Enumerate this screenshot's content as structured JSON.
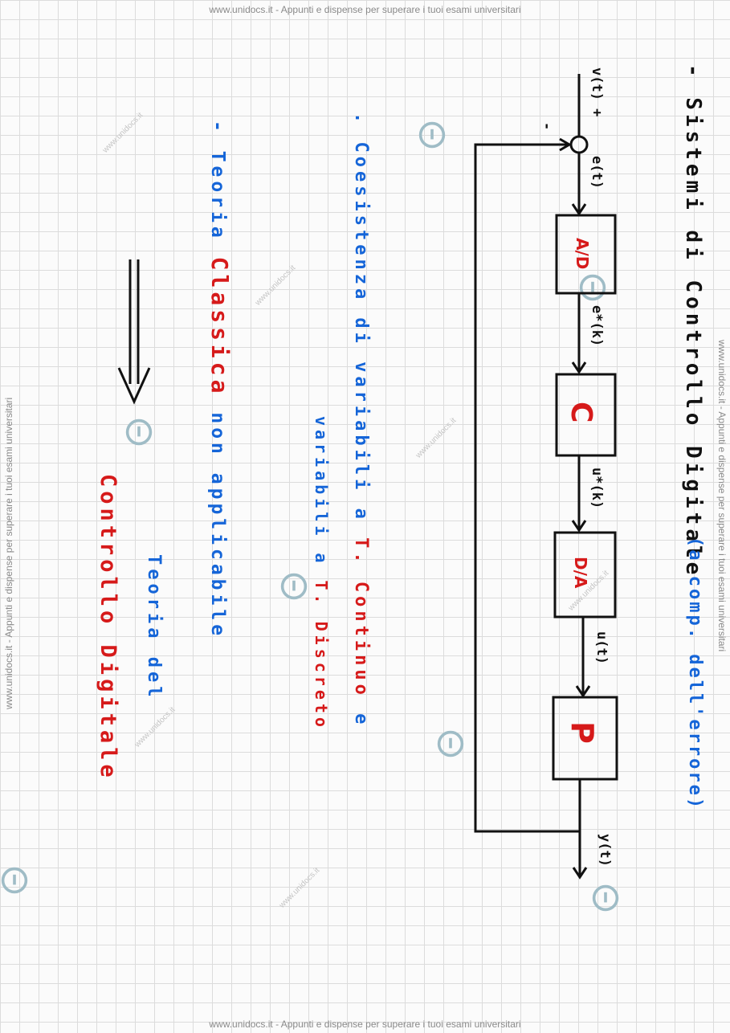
{
  "watermark": {
    "text": "www.unidocs.it - Appunti e dispense per superare i tuoi esami universitari",
    "short": "www.unidocs.it"
  },
  "title": {
    "main": "- Sistemi di Controllo Digitale",
    "sub": "(a comp. dell'errore)"
  },
  "diagram": {
    "input_signal": "v(t) +",
    "minus_sign": "-",
    "error_signal": "e(t)",
    "blocks": [
      {
        "id": "ad",
        "label": "A/D"
      },
      {
        "id": "c",
        "label": "C"
      },
      {
        "id": "da",
        "label": "D/A"
      },
      {
        "id": "p",
        "label": "P"
      }
    ],
    "sampled_error": "e*(k)",
    "sampled_control": "u*(k)",
    "control_signal": "u(t)",
    "output_signal": "y(t)"
  },
  "notes": {
    "coexistence_line1_blue": ". Coesistenza di variabili a",
    "coexistence_line1_red": "T. Continuo",
    "coexistence_line1_end": "e",
    "coexistence_line2_blue": "variabili a",
    "coexistence_line2_red": "T. Discreto",
    "theory_blue_start": "- Teoria",
    "theory_red": "Classica",
    "theory_blue_end": "non applicabile",
    "conclusion_line1": "Teoria del",
    "conclusion_line2": "Controllo Digitale"
  }
}
